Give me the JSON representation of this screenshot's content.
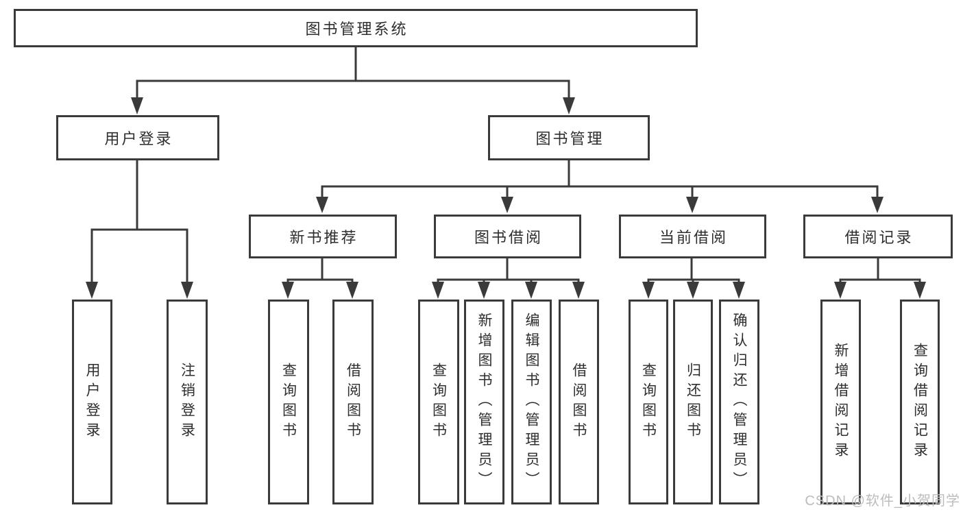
{
  "diagram": {
    "root": "图书管理系统",
    "branches": [
      {
        "label": "用户登录",
        "children": [
          "用户登录",
          "注销登录"
        ]
      },
      {
        "label": "图书管理",
        "sections": [
          {
            "label": "新书推荐",
            "children": [
              "查询图书",
              "借阅图书"
            ]
          },
          {
            "label": "图书借阅",
            "children": [
              "查询图书",
              "新增图书（管理员）",
              "编辑图书（管理员）",
              "借阅图书"
            ]
          },
          {
            "label": "当前借阅",
            "children": [
              "查询图书",
              "归还图书",
              "确认归还（管理员）"
            ]
          },
          {
            "label": "借阅记录",
            "children": [
              "新增借阅记录",
              "查询借阅记录"
            ]
          }
        ]
      }
    ]
  },
  "watermark": "CSDN @软件_小贺同学",
  "colors": {
    "line": "#3a3a3a",
    "text": "#2e2e2e",
    "background": "#ffffff",
    "watermark": "#bcbcbc"
  }
}
